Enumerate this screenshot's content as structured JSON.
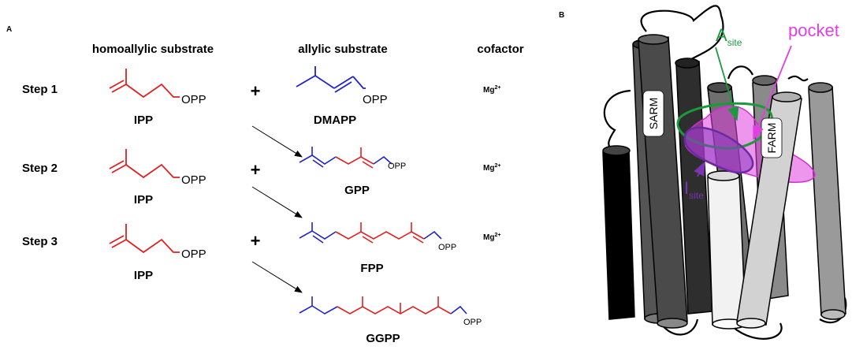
{
  "panel_a": {
    "label": "A",
    "headers": {
      "homoallylic": "homoallylic substrate",
      "allylic": "allylic substrate",
      "cofactor": "cofactor"
    },
    "plus": "+",
    "opp": "OPP",
    "cofactor": {
      "base": "Mg",
      "sup": "2+"
    },
    "steps": [
      {
        "label": "Step 1",
        "homoallylic": "IPP",
        "allylic": "DMAPP"
      },
      {
        "label": "Step 2",
        "homoallylic": "IPP",
        "allylic": "GPP"
      },
      {
        "label": "Step 3",
        "homoallylic": "IPP",
        "allylic": "FPP"
      }
    ],
    "final_product": "GGPP"
  },
  "panel_b": {
    "label": "B",
    "helix_labels": {
      "sarm": "SARM",
      "farm": "FARM"
    },
    "site_labels": {
      "a_site": {
        "base": "A",
        "sub": "site"
      },
      "i_site": {
        "base": "I",
        "sub": "site"
      },
      "pocket": "pocket"
    }
  },
  "colors": {
    "ipp_red": "#e02020",
    "allylic_blue": "#2222cc",
    "a_site_green": "#1a9a3a",
    "i_site_purple": "#7a35b0",
    "pocket_magenta": "#e040e0"
  }
}
